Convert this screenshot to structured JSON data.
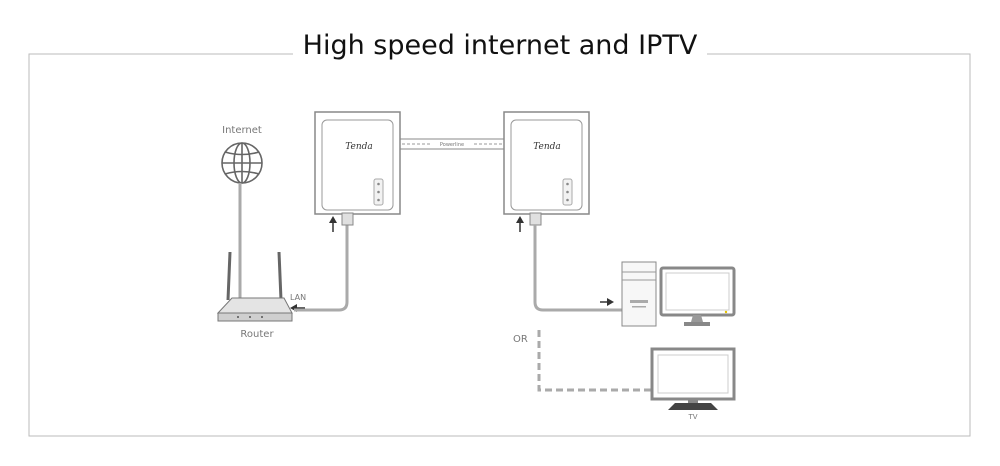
{
  "title": "High speed internet and IPTV",
  "labels": {
    "internet": "Internet",
    "router": "Router",
    "lan": "LAN",
    "or": "OR",
    "tv": "TV",
    "powerline": "Powerline"
  },
  "brand": "Tenda",
  "colors": {
    "line": "#999999",
    "device": "#777777",
    "screen_bezel": "#8a8a8a",
    "text": "#777777"
  }
}
